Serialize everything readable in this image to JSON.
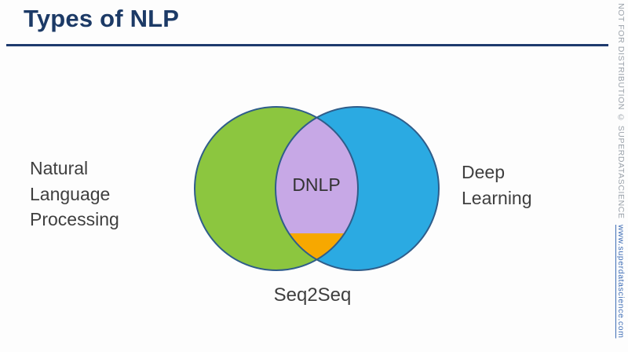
{
  "slide": {
    "title": "Types of NLP"
  },
  "venn": {
    "left_label": "Natural Language Processing",
    "right_label": "Deep Learning",
    "overlap_label": "DNLP",
    "bottom_label": "Seq2Seq",
    "colors": {
      "left_circle": "#8cc63f",
      "right_circle": "#2baae2",
      "overlap": "#c7a8e6",
      "overlap_bottom": "#f7a800",
      "circle_stroke": "#2f5d8a",
      "title_text": "#1c3a66",
      "rule": "#1e3a6e",
      "label_text": "#3f3f3f"
    }
  },
  "watermark": {
    "distribution": "NOT FOR DISTRIBUTION © SUPERDATASCIENCE",
    "url": "www.superdatascience.com"
  }
}
